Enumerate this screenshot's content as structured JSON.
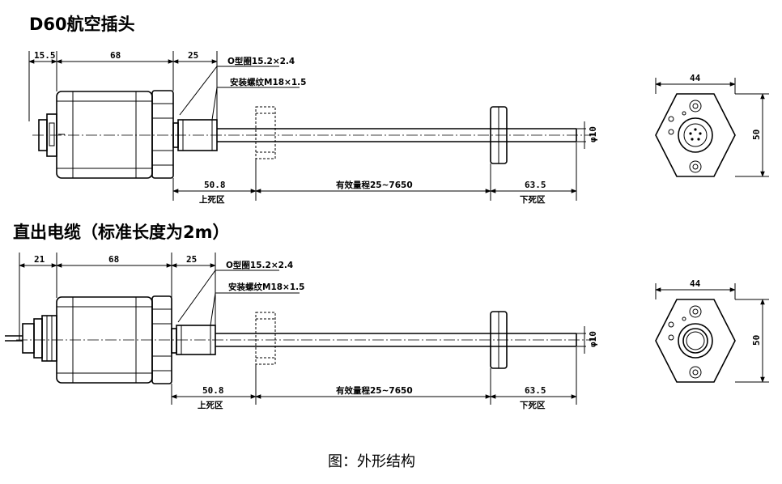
{
  "section_top": {
    "title": "D60航空插头",
    "dim_left": "15.5",
    "dim_body": "68",
    "dim_nut": "25",
    "oring": "O型圈15.2×2.4",
    "thread": "安装螺纹M18×1.5",
    "dim_dead_upper": "50.8",
    "label_dead_upper": "上死区",
    "effective": "有效量程25~7650",
    "dim_dead_lower": "63.5",
    "label_dead_lower": "下死区",
    "rod_dia": "φ10",
    "end_width": "44",
    "end_height": "50"
  },
  "section_bottom": {
    "title": "直出电缆（标准长度为2m）",
    "dim_left": "21",
    "dim_body": "68",
    "dim_nut": "25",
    "oring": "O型圈15.2×2.4",
    "thread": "安装螺纹M18×1.5",
    "dim_dead_upper": "50.8",
    "label_dead_upper": "上死区",
    "effective": "有效量程25~7650",
    "dim_dead_lower": "63.5",
    "label_dead_lower": "下死区",
    "rod_dia": "φ10",
    "end_width": "44",
    "end_height": "50"
  },
  "caption": "图：外形结构"
}
